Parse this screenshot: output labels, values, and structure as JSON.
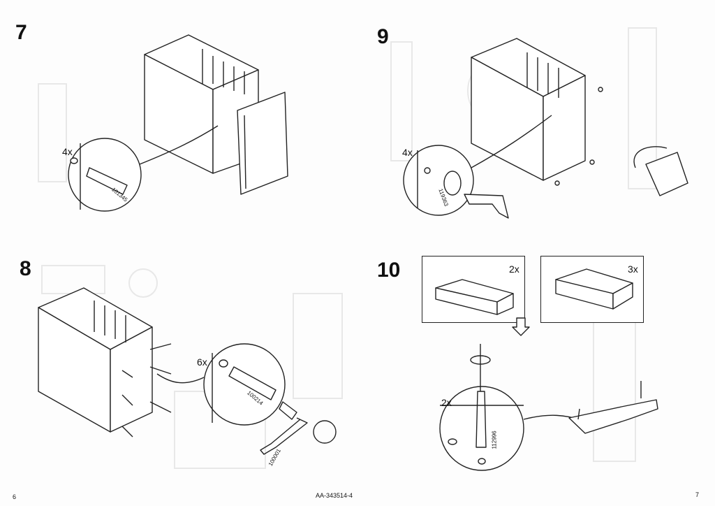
{
  "steps": {
    "s7": {
      "number": "7",
      "qty": "4x",
      "part": "101345"
    },
    "s8": {
      "number": "8",
      "qty": "6x",
      "part": "100214",
      "tool": "100001"
    },
    "s9": {
      "number": "9",
      "qty": "4x",
      "part": "119363"
    },
    "s10": {
      "number": "10",
      "qty_left": "2x",
      "qty_right": "3x",
      "qty_detail": "2x",
      "part": "112996"
    }
  },
  "footer": {
    "page_left": "6",
    "doc_code": "AA-343514-4",
    "page_right": "7"
  },
  "colors": {
    "line": "#222222",
    "ghost": "#e6e6e6"
  }
}
